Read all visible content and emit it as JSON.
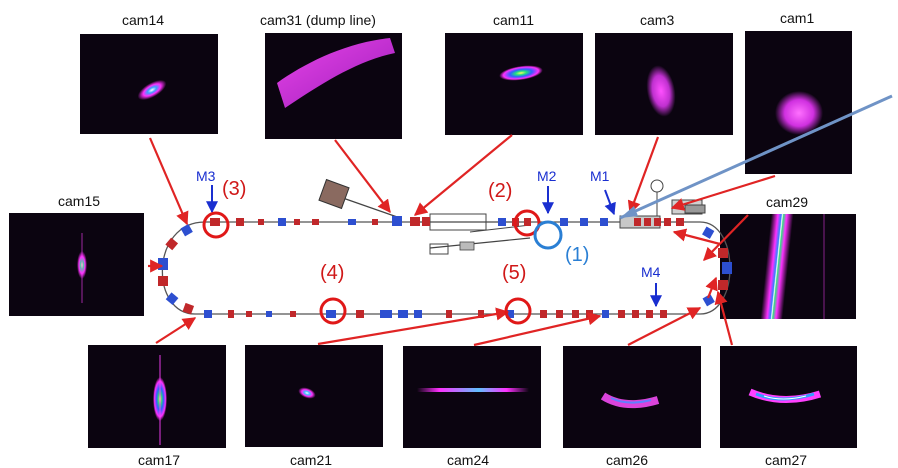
{
  "cameras": [
    {
      "id": "cam14",
      "label": "cam14"
    },
    {
      "id": "cam31",
      "label": "cam31 (dump line)"
    },
    {
      "id": "cam11",
      "label": "cam11"
    },
    {
      "id": "cam3",
      "label": "cam3"
    },
    {
      "id": "cam1",
      "label": "cam1"
    },
    {
      "id": "cam15",
      "label": "cam15"
    },
    {
      "id": "cam29",
      "label": "cam29"
    },
    {
      "id": "cam17",
      "label": "cam17"
    },
    {
      "id": "cam21",
      "label": "cam21"
    },
    {
      "id": "cam24",
      "label": "cam24"
    },
    {
      "id": "cam26",
      "label": "cam26"
    },
    {
      "id": "cam27",
      "label": "cam27"
    }
  ],
  "markers": {
    "m1": "(1)",
    "m2": "(2)",
    "m3": "(3)",
    "m4": "(4)",
    "m5": "(5)"
  },
  "monitors": {
    "M1": "M1",
    "M2": "M2",
    "M3": "M3",
    "M4": "M4"
  },
  "colors": {
    "arrow": "#e02424",
    "circle_red": "#e01818",
    "circle_blue": "#2a7fd4",
    "monitor_arrow": "#1a2fd0",
    "pointer": "#6f93c6",
    "magnet_red": "#c0282a",
    "magnet_blue": "#2d4fd0",
    "beam": "#ff3cff"
  }
}
